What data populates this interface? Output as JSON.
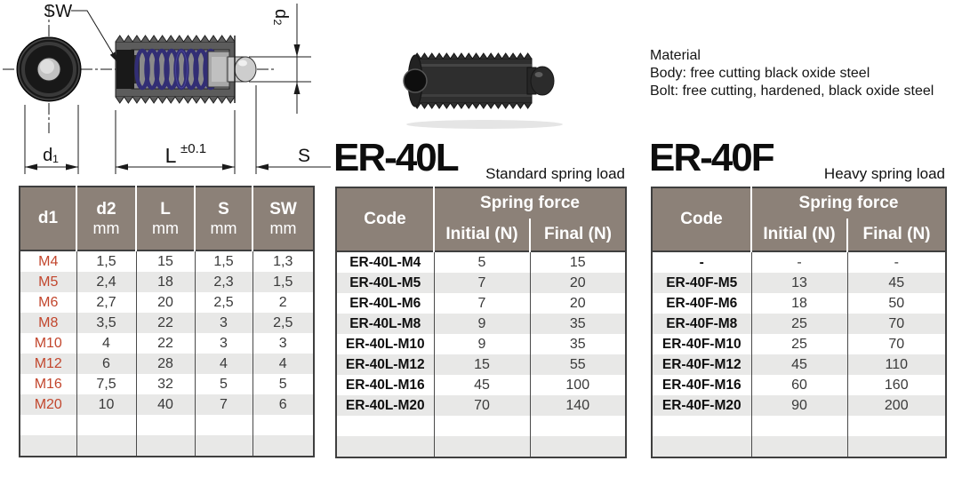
{
  "drawing": {
    "labels": {
      "sw": "SW",
      "d1": "d₁",
      "l": "L",
      "l_tol": "±0.1",
      "s": "S",
      "d2": "d₂"
    }
  },
  "material": {
    "title": "Material",
    "body_line": "Body: free cutting black oxide steel",
    "bolt_line": "Bolt: free cutting, hardened, black oxide steel"
  },
  "colors": {
    "header_bg": "#8c8178",
    "row_alt": "#e8e8e7",
    "size_red": "#c2462d",
    "spring_blue": "#322e75"
  },
  "dimensions_table": {
    "headers": [
      {
        "label": "d1",
        "unit": ""
      },
      {
        "label": "d2",
        "unit": "mm"
      },
      {
        "label": "L",
        "unit": "mm"
      },
      {
        "label": "S",
        "unit": "mm"
      },
      {
        "label": "SW",
        "unit": "mm"
      }
    ],
    "rows": [
      [
        "M4",
        "1,5",
        "15",
        "1,5",
        "1,3"
      ],
      [
        "M5",
        "2,4",
        "18",
        "2,3",
        "1,5"
      ],
      [
        "M6",
        "2,7",
        "20",
        "2,5",
        "2"
      ],
      [
        "M8",
        "3,5",
        "22",
        "3",
        "2,5"
      ],
      [
        "M10",
        "4",
        "22",
        "3",
        "3"
      ],
      [
        "M12",
        "6",
        "28",
        "4",
        "4"
      ],
      [
        "M16",
        "7,5",
        "32",
        "5",
        "5"
      ],
      [
        "M20",
        "10",
        "40",
        "7",
        "6"
      ],
      [
        "",
        "",
        "",
        "",
        ""
      ],
      [
        "",
        "",
        "",
        "",
        ""
      ]
    ]
  },
  "er40l": {
    "title": "ER-40L",
    "subtitle": "Standard spring load",
    "headers": {
      "code": "Code",
      "group": "Spring force",
      "initial": "Initial (N)",
      "final": "Final (N)"
    },
    "rows": [
      [
        "ER-40L-M4",
        "5",
        "15"
      ],
      [
        "ER-40L-M5",
        "7",
        "20"
      ],
      [
        "ER-40L-M6",
        "7",
        "20"
      ],
      [
        "ER-40L-M8",
        "9",
        "35"
      ],
      [
        "ER-40L-M10",
        "9",
        "35"
      ],
      [
        "ER-40L-M12",
        "15",
        "55"
      ],
      [
        "ER-40L-M16",
        "45",
        "100"
      ],
      [
        "ER-40L-M20",
        "70",
        "140"
      ],
      [
        "",
        "",
        ""
      ],
      [
        "",
        "",
        ""
      ]
    ]
  },
  "er40f": {
    "title": "ER-40F",
    "subtitle": "Heavy spring load",
    "headers": {
      "code": "Code",
      "group": "Spring force",
      "initial": "Initial (N)",
      "final": "Final (N)"
    },
    "rows": [
      [
        "-",
        "-",
        "-"
      ],
      [
        "ER-40F-M5",
        "13",
        "45"
      ],
      [
        "ER-40F-M6",
        "18",
        "50"
      ],
      [
        "ER-40F-M8",
        "25",
        "70"
      ],
      [
        "ER-40F-M10",
        "25",
        "70"
      ],
      [
        "ER-40F-M12",
        "45",
        "110"
      ],
      [
        "ER-40F-M16",
        "60",
        "160"
      ],
      [
        "ER-40F-M20",
        "90",
        "200"
      ],
      [
        "",
        "",
        ""
      ],
      [
        "",
        "",
        ""
      ]
    ]
  }
}
